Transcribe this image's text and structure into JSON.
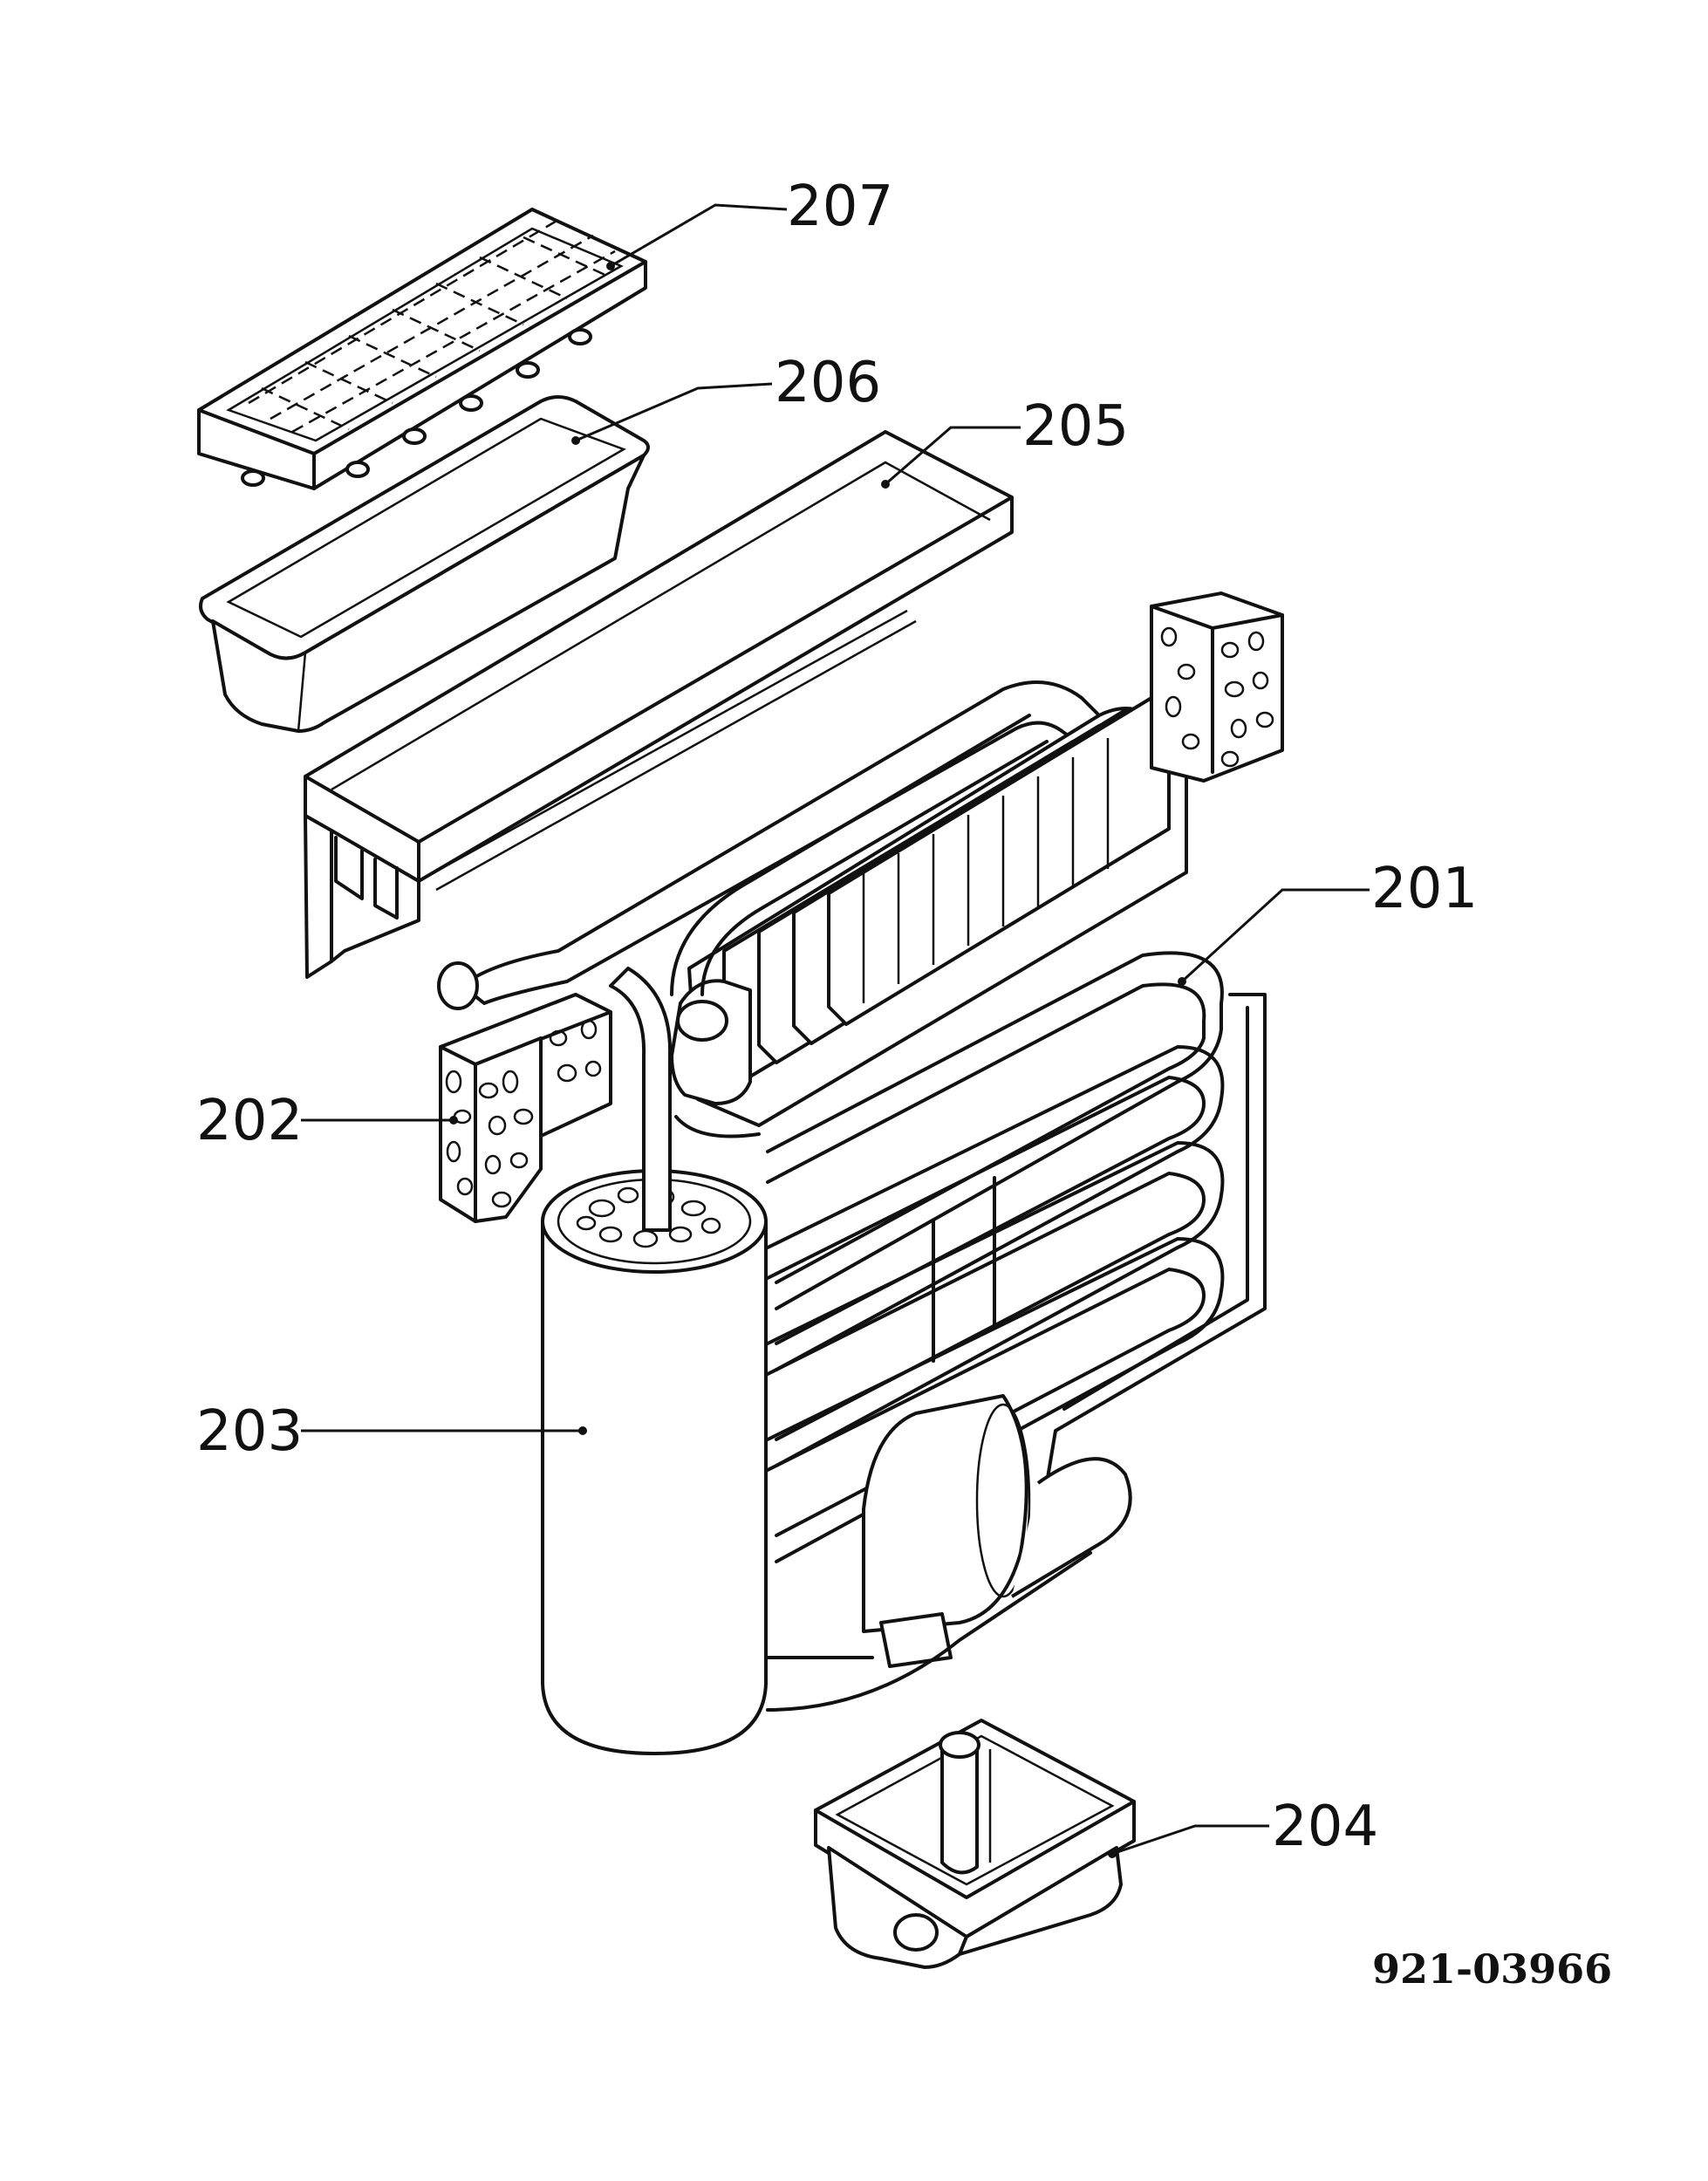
{
  "callouts": {
    "c201": "201",
    "c202": "202",
    "c203": "203",
    "c204": "204",
    "c205": "205",
    "c206": "206",
    "c207": "207"
  },
  "document_number": "921-03966"
}
